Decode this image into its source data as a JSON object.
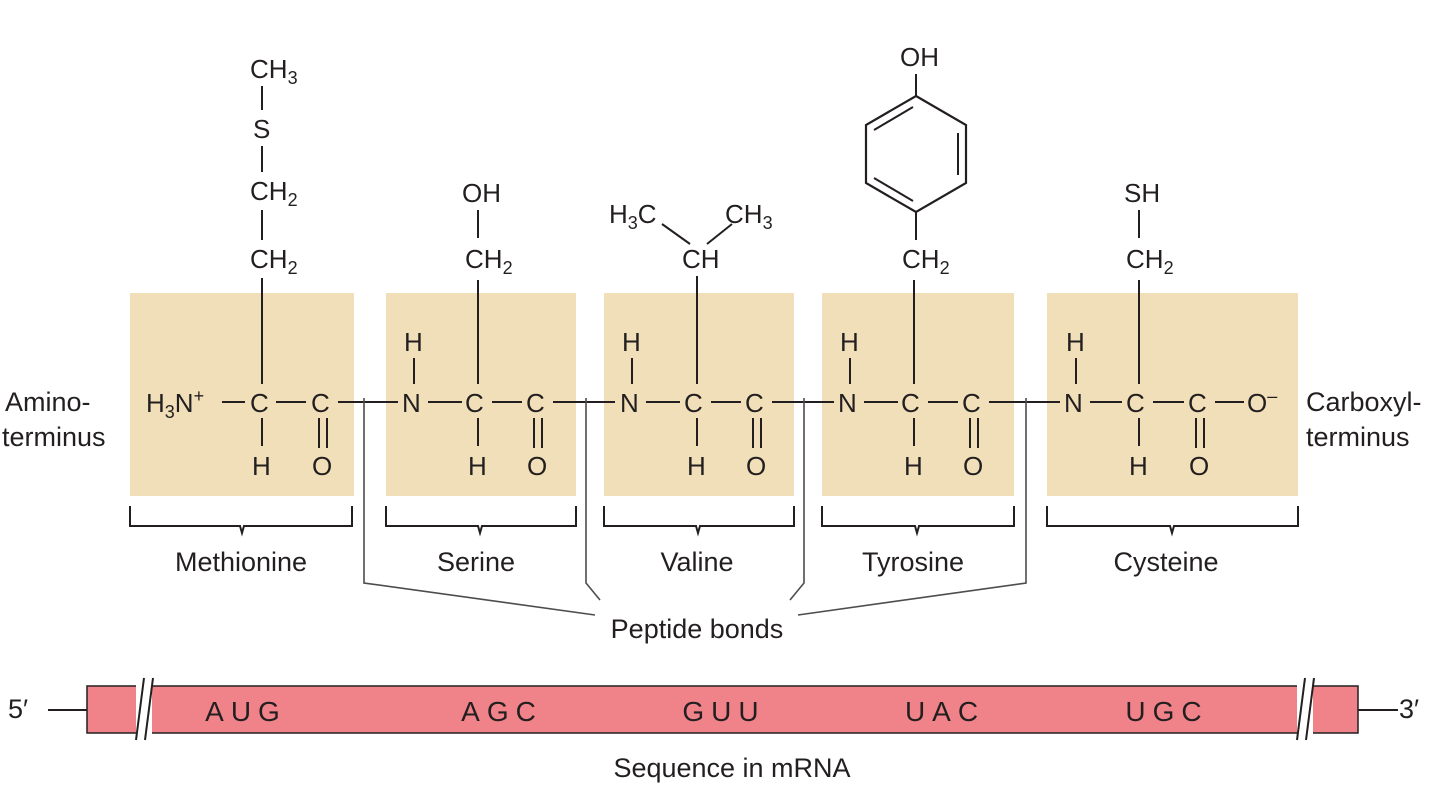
{
  "colors": {
    "residue_box": "#f0dfb8",
    "mrna_bar": "#f08389",
    "ink": "#231f20"
  },
  "termini": {
    "amino_line1": "Amino-",
    "amino_line2": "terminus",
    "carboxyl_line1": "Carboxyl-",
    "carboxyl_line2": "terminus"
  },
  "backbone": {
    "h3n": "H",
    "h3n_sub": "3",
    "h3n_n": "N",
    "h3n_plus": "+",
    "n": "N",
    "c": "C",
    "h": "H",
    "o": "O",
    "o_minus": "O",
    "minus": "–"
  },
  "side_chains": {
    "methionine": {
      "ch3": "CH",
      "ch3_sub": "3",
      "s": "S",
      "ch2": "CH",
      "ch2_sub": "2"
    },
    "serine": {
      "oh": "OH",
      "ch2": "CH",
      "ch2_sub": "2"
    },
    "valine": {
      "h3c": "H",
      "h3c_sub": "3",
      "h3c_c": "C",
      "ch3": "CH",
      "ch3_sub": "3",
      "ch": "CH"
    },
    "tyrosine": {
      "oh": "OH",
      "ch2": "CH",
      "ch2_sub": "2"
    },
    "cysteine": {
      "sh": "SH",
      "ch2": "CH",
      "ch2_sub": "2"
    }
  },
  "amino_acids": [
    "Methionine",
    "Serine",
    "Valine",
    "Tyrosine",
    "Cysteine"
  ],
  "peptide_bonds_label": "Peptide bonds",
  "mrna": {
    "five_prime": "5′",
    "three_prime": "3′",
    "codons": [
      "AUG",
      "AGC",
      "GUU",
      "UAC",
      "UGC"
    ],
    "caption": "Sequence in mRNA"
  }
}
